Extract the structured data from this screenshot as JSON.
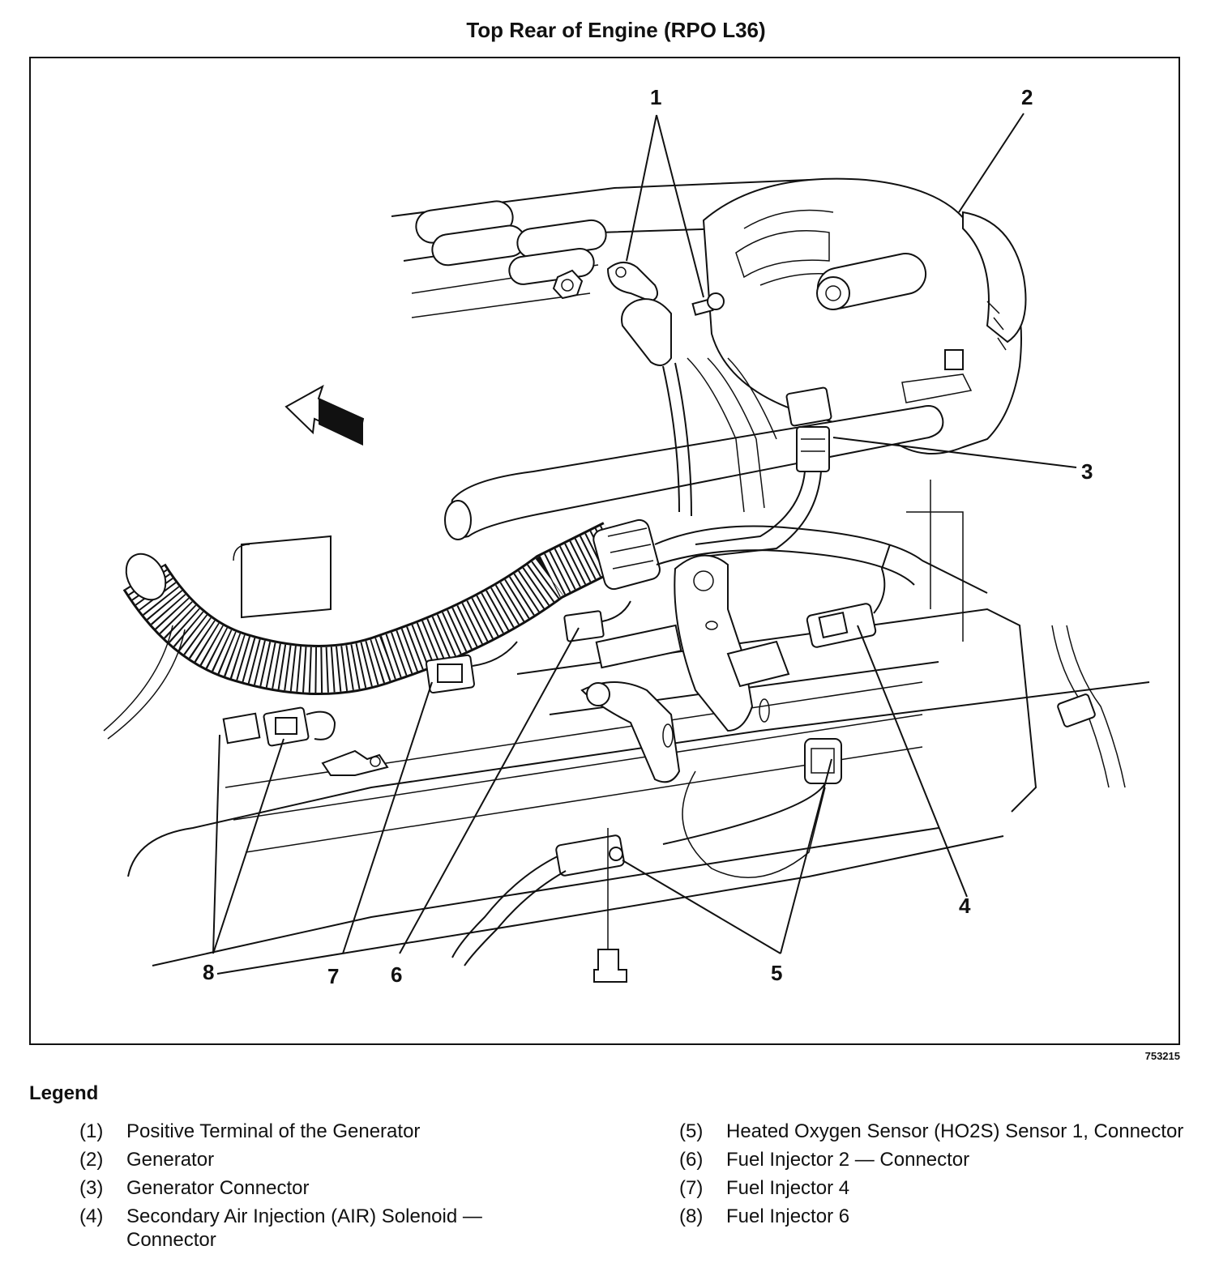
{
  "title": "Top Rear of Engine (RPO L36)",
  "figure_id": "753215",
  "callouts": [
    "1",
    "2",
    "3",
    "4",
    "5",
    "6",
    "7",
    "8"
  ],
  "legend_title": "Legend",
  "legend": [
    {
      "num": "(1)",
      "text": "Positive Terminal of the Generator"
    },
    {
      "num": "(2)",
      "text": "Generator"
    },
    {
      "num": "(3)",
      "text": "Generator Connector"
    },
    {
      "num": "(4)",
      "text": "Secondary Air Injection (AIR) Solenoid — Connector"
    },
    {
      "num": "(5)",
      "text": "Heated Oxygen Sensor (HO2S) Sensor 1, Connector"
    },
    {
      "num": "(6)",
      "text": "Fuel Injector 2 — Connector"
    },
    {
      "num": "(7)",
      "text": "Fuel Injector 4"
    },
    {
      "num": "(8)",
      "text": "Fuel Injector 6"
    }
  ]
}
